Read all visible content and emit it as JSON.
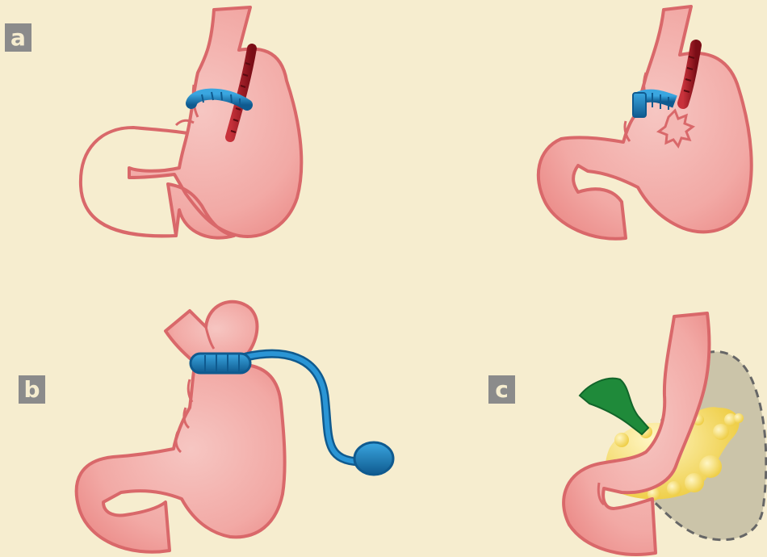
{
  "panels": [
    {
      "id": "a",
      "label": "a"
    },
    {
      "id": "b",
      "label": "b"
    },
    {
      "id": "c",
      "label": "c"
    }
  ],
  "colors": {
    "background": "#f6edcf",
    "stomach_fill": "#f2a9a5",
    "stomach_outline": "#d9686a",
    "band_blue": "#1e86c4",
    "band_blue_dark": "#0f5a8f",
    "staple_red": "#b0202a",
    "staple_red_dark": "#7a0d16",
    "pancreas_yellow": "#f3e07a",
    "gallbladder_green": "#1f8a3a",
    "label_gray": "#8b8b8b",
    "spleen_gray": "#cbc4a9"
  },
  "icons": [
    "stomach-icon",
    "gastric-band-icon",
    "staple-line-icon",
    "injection-port-icon",
    "gallbladder-icon",
    "pancreas-icon"
  ]
}
